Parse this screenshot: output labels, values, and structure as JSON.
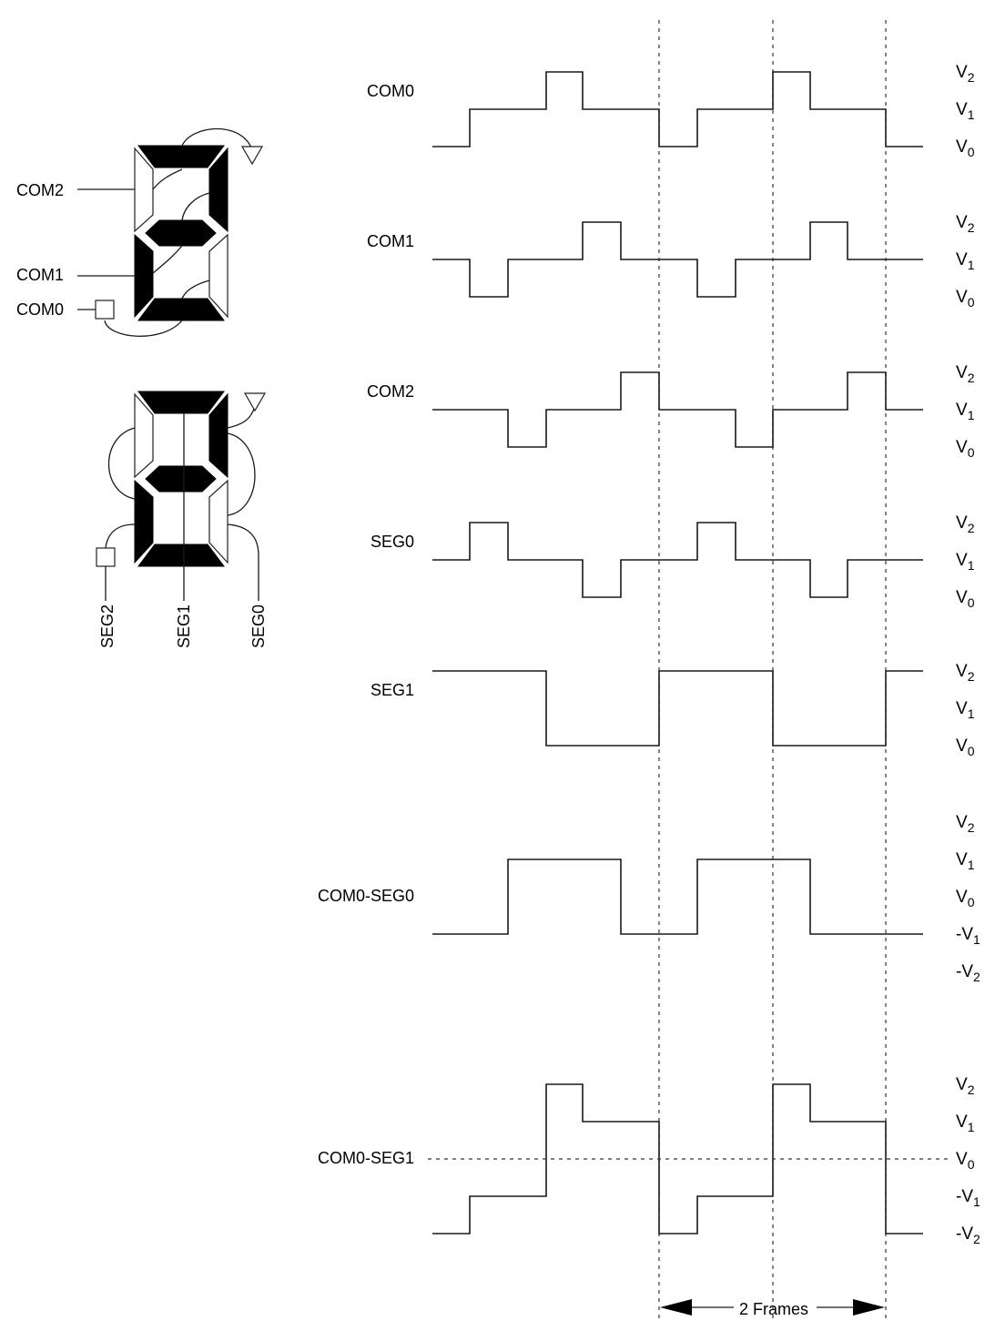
{
  "left_diagram": {
    "common_labels": [
      "COM2",
      "COM1",
      "COM0"
    ],
    "segment_labels": [
      "SEG2",
      "SEG1",
      "SEG0"
    ]
  },
  "timing": {
    "signals": [
      {
        "label": "COM0",
        "levels": [
          "V2",
          "V1",
          "V0"
        ],
        "steps": [
          0,
          1,
          1,
          2,
          1,
          1,
          0,
          1,
          1,
          2,
          1,
          1,
          0
        ]
      },
      {
        "label": "COM1",
        "levels": [
          "V2",
          "V1",
          "V0"
        ],
        "steps": [
          1,
          0,
          1,
          1,
          2,
          1,
          1,
          0,
          1,
          1,
          2,
          1,
          1
        ]
      },
      {
        "label": "COM2",
        "levels": [
          "V2",
          "V1",
          "V0"
        ],
        "steps": [
          1,
          1,
          0,
          1,
          1,
          2,
          1,
          1,
          0,
          1,
          1,
          2,
          1
        ]
      },
      {
        "label": "SEG0",
        "levels": [
          "V2",
          "V1",
          "V0"
        ],
        "steps": [
          1,
          2,
          1,
          1,
          0,
          1,
          1,
          2,
          1,
          1,
          0,
          1,
          1
        ]
      },
      {
        "label": "SEG1",
        "levels": [
          "V2",
          "V1",
          "V0"
        ],
        "steps": [
          2,
          2,
          2,
          0,
          0,
          0,
          2,
          2,
          2,
          0,
          0,
          0,
          2
        ]
      },
      {
        "label": "COM0-SEG0",
        "levels": [
          "V2",
          "V1",
          "V0",
          "-V1",
          "-V2"
        ],
        "steps": [
          -1,
          -1,
          1,
          1,
          1,
          -1,
          -1,
          1,
          1,
          1,
          -1,
          -1,
          -1
        ]
      },
      {
        "label": "COM0-SEG1",
        "levels": [
          "V2",
          "V1",
          "V0",
          "-V1",
          "-V2"
        ],
        "steps": [
          -2,
          -1,
          -1,
          2,
          1,
          1,
          -2,
          -1,
          -1,
          2,
          1,
          1,
          -2
        ]
      }
    ],
    "frames_label": "2 Frames"
  }
}
